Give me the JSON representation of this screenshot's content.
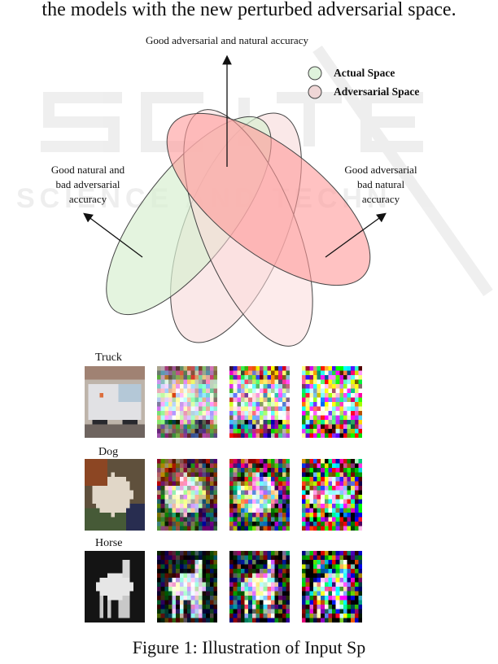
{
  "header_text": "the models with the new perturbed adversarial space.",
  "diagram": {
    "label_top": "Good adversarial and natural accuracy",
    "label_left": [
      "Good natural and",
      "bad adversarial",
      "accuracy"
    ],
    "label_right": [
      "Good adversarial",
      "bad natural",
      "accuracy"
    ],
    "legend": [
      {
        "label": "Actual Space",
        "color": "#dff3dc"
      },
      {
        "label": "Adversarial Space",
        "color": "#efd6d6"
      }
    ]
  },
  "image_rows": [
    {
      "label": "Truck",
      "class_name": "truck",
      "noise_levels": [
        0,
        0.3,
        0.55,
        0.9
      ]
    },
    {
      "label": "Dog",
      "class_name": "dog",
      "noise_levels": [
        0,
        0.3,
        0.55,
        0.9
      ]
    },
    {
      "label": "Horse",
      "class_name": "horse",
      "noise_levels": [
        0,
        0.3,
        0.55,
        0.9
      ]
    }
  ],
  "caption": "Figure 1: Illustration of Input Sp",
  "colors": {
    "green_fill": "#c8ecc4",
    "red_fill": "#ff9c9c",
    "pink_fill": "#f6d2d2"
  }
}
